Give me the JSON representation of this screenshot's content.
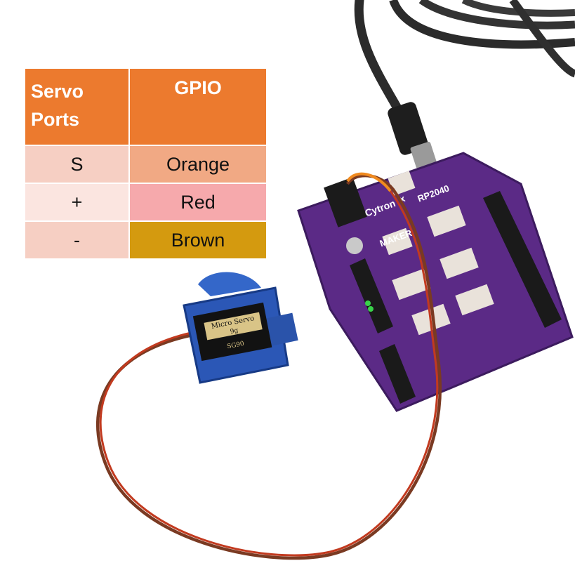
{
  "table": {
    "headers": {
      "servo_line1": "Servo",
      "servo_line2": "Ports",
      "gpio": "GPIO"
    },
    "rows": [
      {
        "port": "S",
        "wire": "Orange",
        "port_bg": "#f6cfc3",
        "wire_bg": "#f1a984"
      },
      {
        "port": "+",
        "wire": "Red",
        "port_bg": "#fbe5e0",
        "wire_bg": "#f6a9ac"
      },
      {
        "port": "-",
        "wire": "Brown",
        "port_bg": "#f6cfc3",
        "wire_bg": "#d49a0f"
      }
    ]
  },
  "servo_label": {
    "line1": "Micro Servo",
    "line2": "9g",
    "line3": "SG90"
  },
  "board_label": {
    "brand": "Cytron",
    "maker": "MAKER",
    "chip": "RP2040",
    "x": "x"
  },
  "colors": {
    "header": "#ec7a2e",
    "board": "#5b2a86",
    "servo": "#2b57b6"
  }
}
